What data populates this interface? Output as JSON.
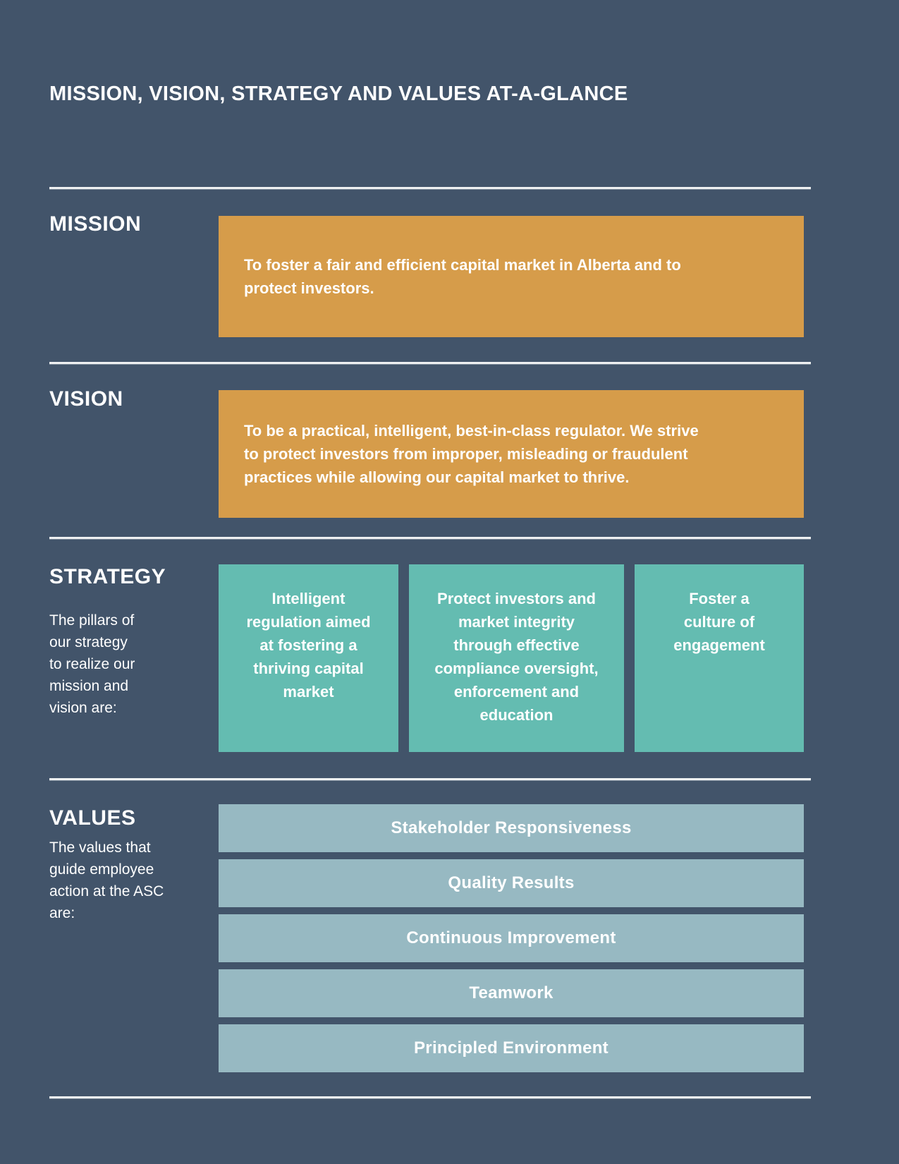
{
  "page": {
    "title": "MISSION, VISION, STRATEGY AND VALUES AT-A-GLANCE"
  },
  "colors": {
    "background": "#42546A",
    "gold_box": "#D69C4A",
    "teal_box": "#64BCB1",
    "bluegray_bar": "#97B9C2",
    "divider": "#EEF0F1",
    "text": "#FFFFFF"
  },
  "sections": {
    "mission": {
      "label": "MISSION",
      "text": "To foster a fair and efficient capital market in Alberta and to\nprotect investors."
    },
    "vision": {
      "label": "VISION",
      "text": "To be a practical, intelligent, best-in-class regulator. We strive\nto protect investors from improper, misleading or fraudulent\npractices while allowing our capital market to thrive."
    },
    "strategy": {
      "label": "STRATEGY",
      "description": "The pillars of\nour strategy\nto realize our\nmission and\nvision are:",
      "pillars": [
        {
          "text": "Intelligent\nregulation aimed\nat fostering a\nthriving capital\nmarket"
        },
        {
          "text": "Protect investors and\nmarket integrity\nthrough effective\ncompliance oversight,\nenforcement and\neducation"
        },
        {
          "text": "Foster a\nculture of\nengagement"
        }
      ]
    },
    "values": {
      "label": "VALUES",
      "description": "The values that\nguide employee\naction at the ASC\nare:",
      "items": [
        "Stakeholder Responsiveness",
        "Quality Results",
        "Continuous Improvement",
        "Teamwork",
        "Principled Environment"
      ]
    }
  }
}
